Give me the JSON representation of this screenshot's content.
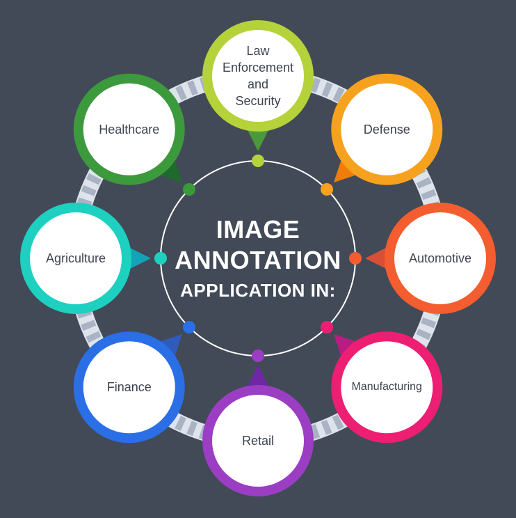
{
  "title": {
    "line1": "IMAGE",
    "line2": "ANNOTATION",
    "line3": "APPLICATION IN:"
  },
  "colors": {
    "background": "#424a57",
    "ring": "#dfe4ec",
    "ring_stripe": "#a9b3c4",
    "center_line": "#ffffff",
    "node_fill": "#ffffff",
    "text": "#3d4350"
  },
  "nodes": [
    {
      "id": "law",
      "label": "Law\nEnforcement\nand\nSecurity",
      "color": "#b5d23b",
      "pointer_color": "#4a9a3b"
    },
    {
      "id": "defense",
      "label": "Defense",
      "color": "#f6a21e",
      "pointer_color": "#f07c0a"
    },
    {
      "id": "automotive",
      "label": "Automotive",
      "color": "#f45d2f",
      "pointer_color": "#d94f36"
    },
    {
      "id": "manufacturing",
      "label": "Manufacturing",
      "color": "#ec1f73",
      "pointer_color": "#b81d83"
    },
    {
      "id": "retail",
      "label": "Retail",
      "color": "#9b3ec4",
      "pointer_color": "#6f27a6"
    },
    {
      "id": "finance",
      "label": "Finance",
      "color": "#2a6fe6",
      "pointer_color": "#2f5bbd"
    },
    {
      "id": "agriculture",
      "label": "Agriculture",
      "color": "#1ed0c0",
      "pointer_color": "#12a4b6"
    },
    {
      "id": "healthcare",
      "label": "Healthcare",
      "color": "#3c9a3c",
      "pointer_color": "#1f6b2d"
    }
  ],
  "center_dots": [
    "#b5d23b",
    "#f6a21e",
    "#f45d2f",
    "#ec1f73",
    "#9b3ec4",
    "#2a6fe6",
    "#1ed0c0",
    "#3c9a3c"
  ]
}
